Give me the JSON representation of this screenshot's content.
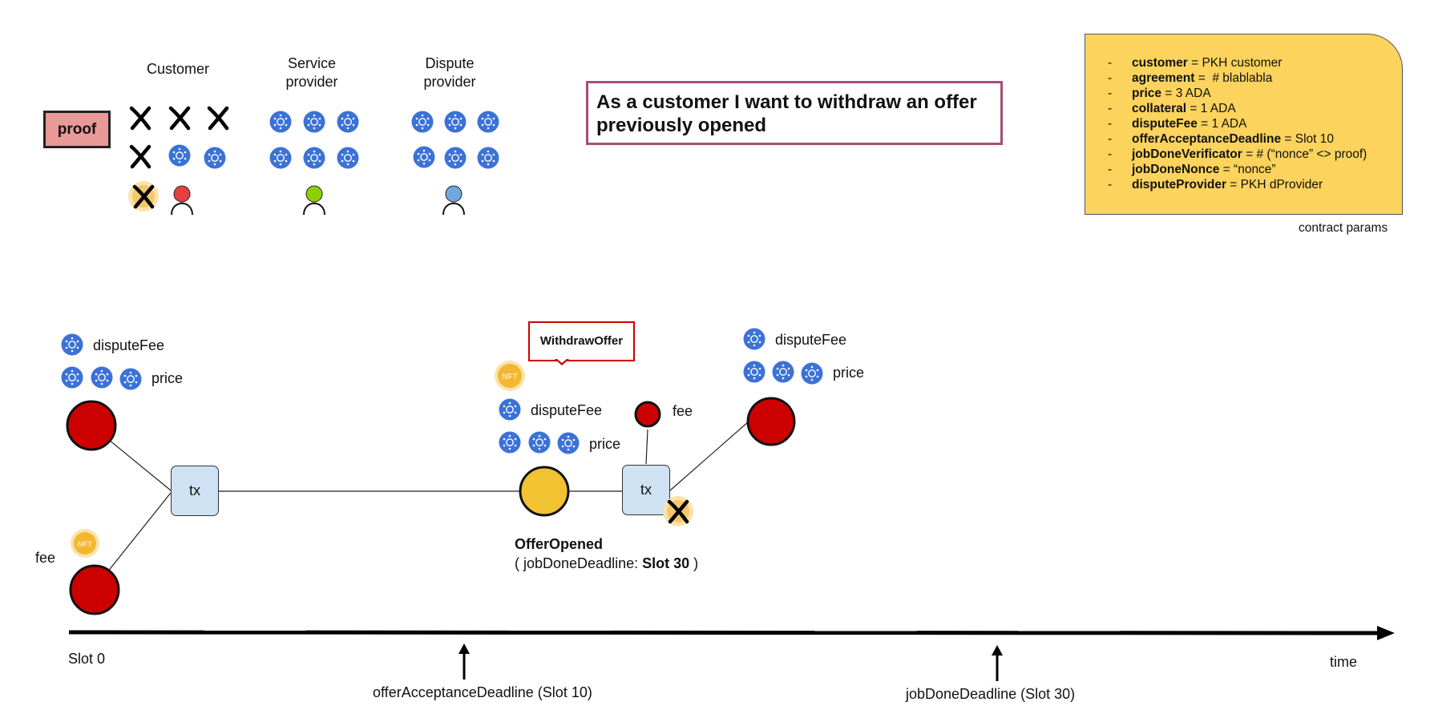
{
  "roles": {
    "customer": "Customer",
    "service_provider": "Service\nprovider",
    "dispute_provider": "Dispute\nprovider"
  },
  "proof_label": "proof",
  "story": "As a customer I want to withdraw an offer previously opened",
  "contract_params": {
    "items": [
      {
        "key": "customer",
        "value": " = PKH customer"
      },
      {
        "key": "agreement",
        "value": " =  # blablabla"
      },
      {
        "key": "price",
        "value": " = 3 ADA"
      },
      {
        "key": "collateral",
        "value": " = 1 ADA"
      },
      {
        "key": "disputeFee",
        "value": " = 1 ADA"
      },
      {
        "key": "offerAcceptanceDeadline",
        "value": " = Slot 10"
      },
      {
        "key": "jobDoneVerificator",
        "value": " = # (“nonce” <> proof)"
      },
      {
        "key": "jobDoneNonce",
        "value": " = “nonce”"
      },
      {
        "key": "disputeProvider",
        "value": " = PKH dProvider"
      }
    ],
    "caption": "contract params"
  },
  "flow": {
    "input_dispute_fee": "disputeFee",
    "input_price": "price",
    "input_fee": "fee",
    "tx1_label": "tx",
    "tx2_label": "tx",
    "nft_label": "NFT",
    "redeemer": "WithdrawOffer",
    "script_dispute_fee": "disputeFee",
    "script_price": "price",
    "tx2_fee": "fee",
    "output_dispute_fee": "disputeFee",
    "output_price": "price",
    "state_name": "OfferOpened",
    "state_param_prefix": "( jobDoneDeadline: ",
    "state_param_value": "Slot 30",
    "state_param_suffix": " )"
  },
  "timeline": {
    "start": "Slot 0",
    "axis_label": "time",
    "deadline1": "offerAcceptanceDeadline (Slot 10)",
    "deadline2": "jobDoneDeadline (Slot 30)"
  },
  "colors": {
    "ada_blue": "#3c72d6",
    "utxo_red": "#cc0000",
    "script_yellow": "#f1c232",
    "tx_blue": "#cfe2f3",
    "params_bg": "#fbd35d",
    "customer_red": "#e84040",
    "service_green": "#8fce00",
    "dispute_blue": "#6fa8dc"
  }
}
